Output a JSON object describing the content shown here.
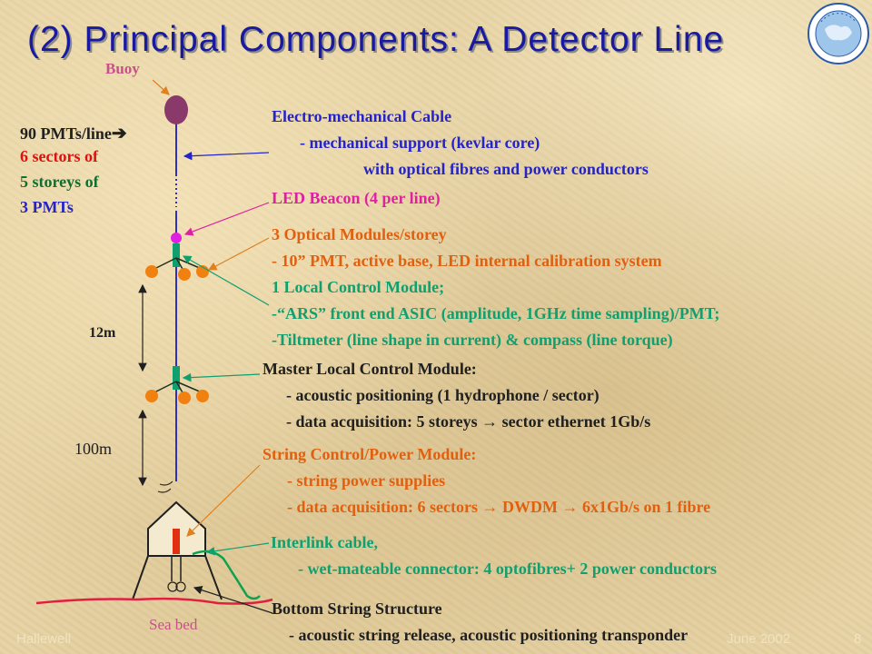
{
  "title": "(2) Principal Components: A Detector Line",
  "labels": {
    "buoy": "Buoy",
    "pmts_line": "90 PMTs/line",
    "sectors": "6 sectors of",
    "storeys": "5 storeys of",
    "pmts": "3 PMTs",
    "dim_12m": "12m",
    "dim_100m": "100m",
    "sea_bed": "Sea bed"
  },
  "callouts": {
    "cable": {
      "title": "Electro-mechanical Cable",
      "line1": "- mechanical support (kevlar core)",
      "line2": "with optical fibres and power conductors"
    },
    "led": {
      "title": "LED Beacon (4 per line)"
    },
    "om": {
      "title": "3 Optical Modules/storey",
      "line1": "- 10” PMT, active base, LED internal calibration system"
    },
    "lcm": {
      "title": "1 Local Control Module;",
      "line1": "-“ARS” front end ASIC (amplitude, 1GHz time sampling)/PMT;",
      "line2": "-Tiltmeter (line shape in current) & compass (line torque)"
    },
    "mlcm": {
      "title": "Master Local Control Module:",
      "line1": "- acoustic positioning (1 hydrophone / sector)",
      "line2": "- data acquisition: 5 storeys → sector ethernet 1Gb/s"
    },
    "scm": {
      "title": "String Control/Power Module:",
      "line1": "-  string power supplies",
      "line2": "- data acquisition: 6 sectors → DWDM → 6x1Gb/s on 1 fibre"
    },
    "interlink": {
      "title": "Interlink cable,",
      "line1": "- wet-mateable connector: 4 optofibres+ 2 power conductors"
    },
    "bss": {
      "title": "Bottom String Structure",
      "line1": "- acoustic string release, acoustic positioning transponder"
    }
  },
  "footer": {
    "left": "Hallewell",
    "right": "June  2002",
    "page": "8"
  },
  "colors": {
    "title": "#1a1aa0",
    "blue": "#2424c8",
    "magenta": "#e020a0",
    "orange": "#e06010",
    "teal": "#10a070",
    "red": "#e01010",
    "buoy": "#8a3a6a"
  }
}
